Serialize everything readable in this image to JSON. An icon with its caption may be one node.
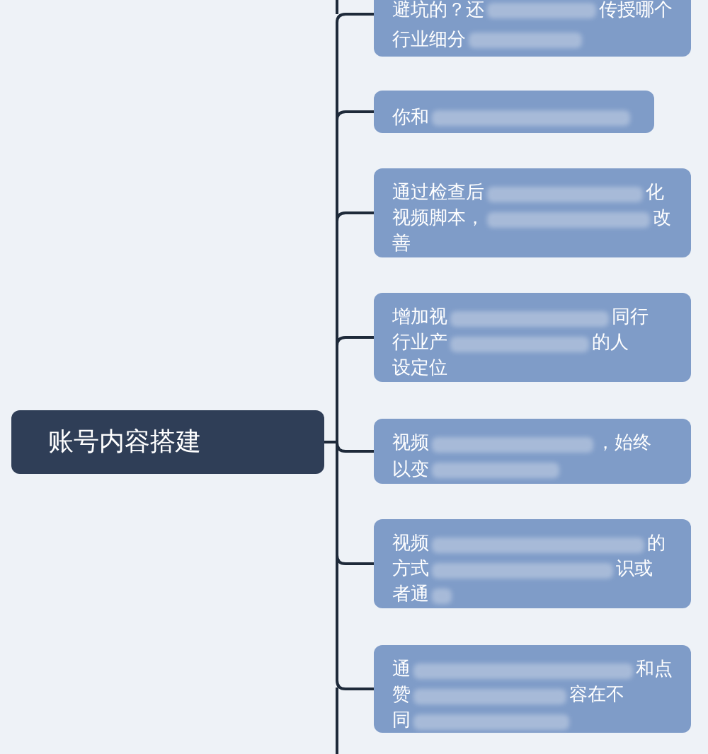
{
  "diagram": {
    "nodes": [
      {
        "text": [
          "账号内容搭建"
        ]
      },
      {
        "text": [
          "避坑的？还",
          "传授哪个",
          "行业细分"
        ]
      },
      {
        "text": [
          "你和"
        ]
      },
      {
        "text": [
          "通过检查后",
          "化",
          "视频脚本，",
          "改",
          "善"
        ]
      },
      {
        "text": [
          "增加视",
          "同行",
          "行业产",
          "的人",
          "设定位"
        ]
      },
      {
        "text": [
          "视频",
          "，始终",
          "以变"
        ]
      },
      {
        "text": [
          "视频",
          "的",
          "方式",
          "识或",
          "者通"
        ]
      },
      {
        "text": [
          "通",
          "和点",
          "赞",
          "容在不",
          "同"
        ]
      }
    ],
    "edges": [
      {
        "from": 0,
        "to": 1,
        "arrow": "none"
      },
      {
        "from": 0,
        "to": 2,
        "arrow": "none"
      },
      {
        "from": 0,
        "to": 3,
        "arrow": "none"
      },
      {
        "from": 0,
        "to": 4,
        "arrow": "none"
      },
      {
        "from": 0,
        "to": 5,
        "arrow": "none"
      },
      {
        "from": 0,
        "to": 6,
        "arrow": "none"
      },
      {
        "from": 0,
        "to": 7,
        "arrow": "none"
      }
    ]
  }
}
